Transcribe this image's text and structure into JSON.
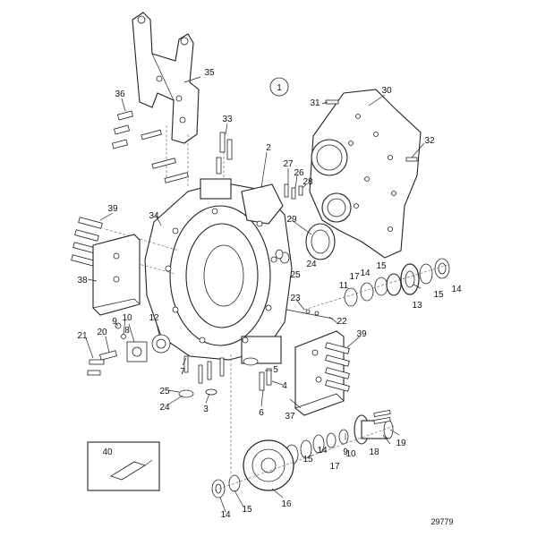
{
  "figure": {
    "reference_number": "29779",
    "view_marker": "1",
    "inset_label": "40"
  },
  "callouts": [
    {
      "id": "c1",
      "label": "1"
    },
    {
      "id": "c2",
      "label": "2"
    },
    {
      "id": "c3",
      "label": "3"
    },
    {
      "id": "c4",
      "label": "4"
    },
    {
      "id": "c5",
      "label": "5"
    },
    {
      "id": "c6",
      "label": "6"
    },
    {
      "id": "c7",
      "label": "7"
    },
    {
      "id": "c8",
      "label": "8"
    },
    {
      "id": "c9a",
      "label": "9"
    },
    {
      "id": "c9b",
      "label": "9"
    },
    {
      "id": "c10a",
      "label": "10"
    },
    {
      "id": "c10b",
      "label": "10"
    },
    {
      "id": "c11",
      "label": "11"
    },
    {
      "id": "c12",
      "label": "12"
    },
    {
      "id": "c13",
      "label": "13"
    },
    {
      "id": "c14a",
      "label": "14"
    },
    {
      "id": "c14b",
      "label": "14"
    },
    {
      "id": "c14c",
      "label": "14"
    },
    {
      "id": "c14d",
      "label": "14"
    },
    {
      "id": "c15a",
      "label": "15"
    },
    {
      "id": "c15b",
      "label": "15"
    },
    {
      "id": "c15c",
      "label": "15"
    },
    {
      "id": "c15d",
      "label": "15"
    },
    {
      "id": "c16",
      "label": "16"
    },
    {
      "id": "c17a",
      "label": "17"
    },
    {
      "id": "c17b",
      "label": "17"
    },
    {
      "id": "c18",
      "label": "18"
    },
    {
      "id": "c19",
      "label": "19"
    },
    {
      "id": "c20",
      "label": "20"
    },
    {
      "id": "c21",
      "label": "21"
    },
    {
      "id": "c22",
      "label": "22"
    },
    {
      "id": "c23",
      "label": "23"
    },
    {
      "id": "c24a",
      "label": "24"
    },
    {
      "id": "c24b",
      "label": "24"
    },
    {
      "id": "c25a",
      "label": "25"
    },
    {
      "id": "c25b",
      "label": "25"
    },
    {
      "id": "c26",
      "label": "26"
    },
    {
      "id": "c27",
      "label": "27"
    },
    {
      "id": "c28",
      "label": "28"
    },
    {
      "id": "c29",
      "label": "29"
    },
    {
      "id": "c30",
      "label": "30"
    },
    {
      "id": "c31",
      "label": "31"
    },
    {
      "id": "c32",
      "label": "32"
    },
    {
      "id": "c33",
      "label": "33"
    },
    {
      "id": "c34",
      "label": "34"
    },
    {
      "id": "c35",
      "label": "35"
    },
    {
      "id": "c36",
      "label": "36"
    },
    {
      "id": "c37",
      "label": "37"
    },
    {
      "id": "c38",
      "label": "38"
    },
    {
      "id": "c39a",
      "label": "39"
    },
    {
      "id": "c39b",
      "label": "39"
    }
  ]
}
